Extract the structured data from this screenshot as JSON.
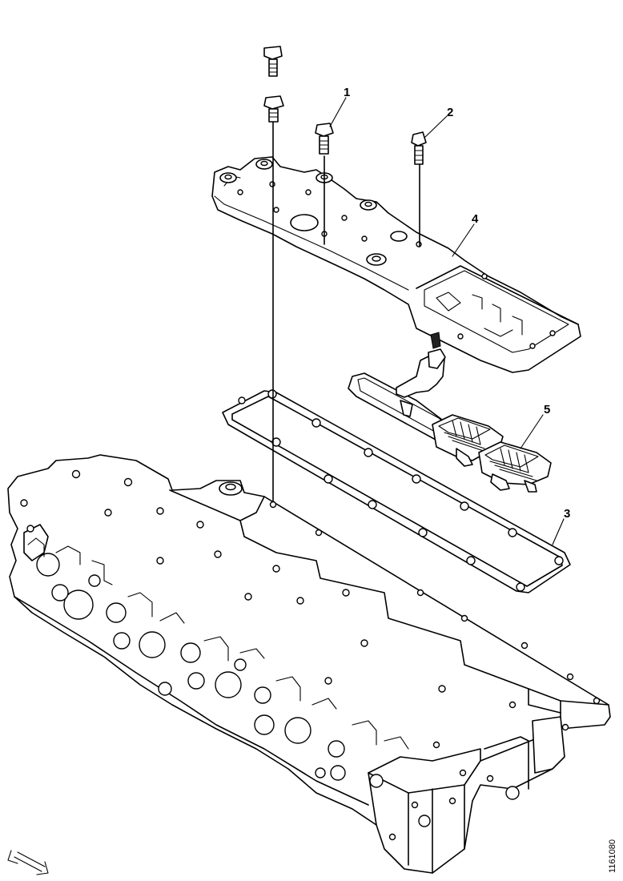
{
  "callouts": [
    {
      "id": "1",
      "label": "1"
    },
    {
      "id": "2",
      "label": "2"
    },
    {
      "id": "3",
      "label": "3"
    },
    {
      "id": "4",
      "label": "4"
    },
    {
      "id": "5",
      "label": "5"
    }
  ],
  "reference_code": "1161080",
  "icons": {
    "orientation_arrow": "double-arrow-icon"
  }
}
